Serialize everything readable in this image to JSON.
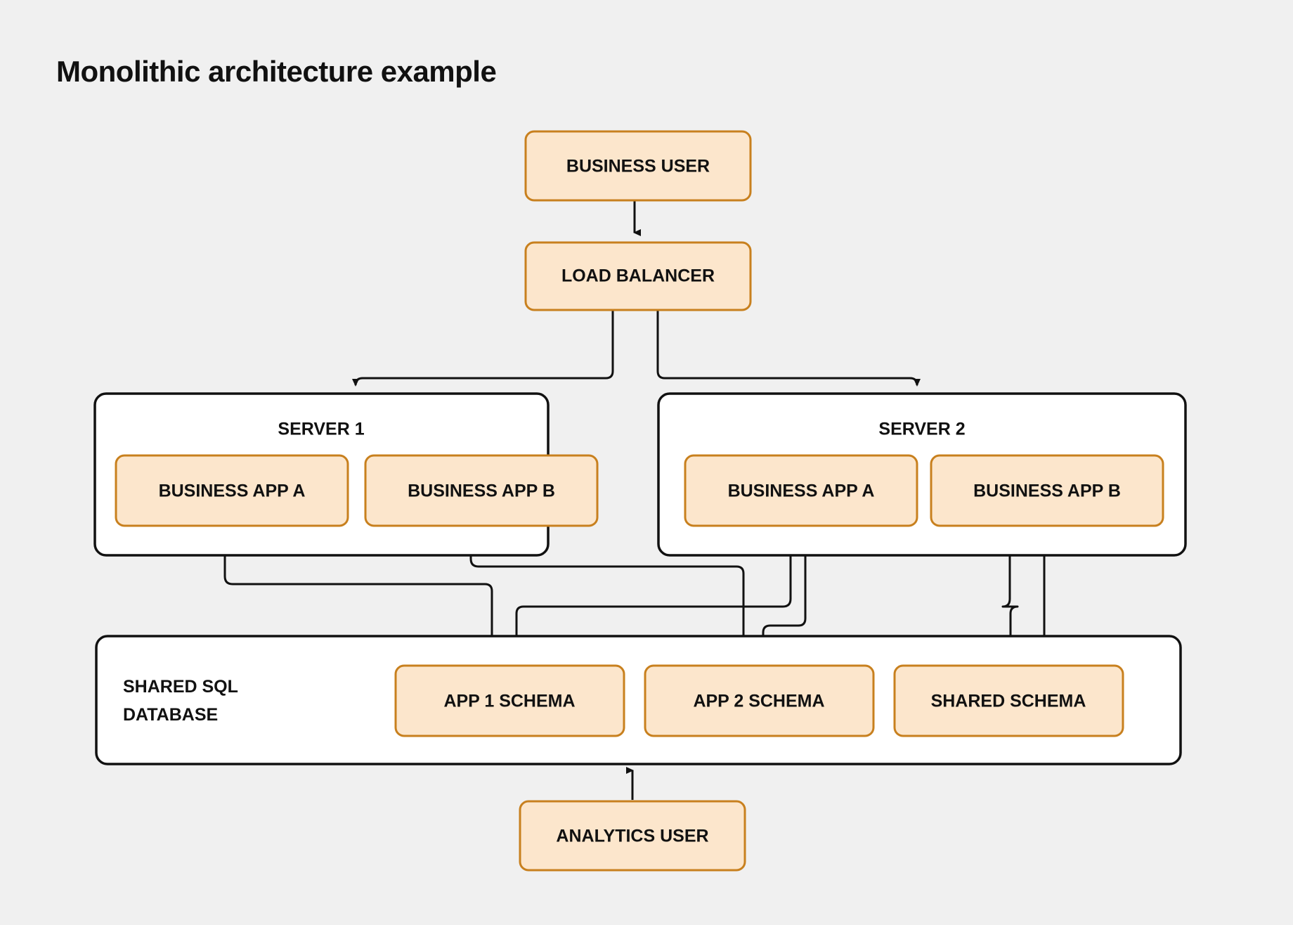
{
  "page": {
    "title": "Monolithic architecture example",
    "background_color": "#f0f0f0"
  },
  "theme": {
    "node_fill": "#fce6cc",
    "node_border": "#c8801e",
    "container_fill": "#ffffff",
    "container_border": "#111111",
    "edge_color": "#111111",
    "text_color": "#111111"
  },
  "diagram": {
    "type": "architecture-flow",
    "nodes": {
      "business_user": {
        "label": "BUSINESS USER",
        "kind": "actor"
      },
      "load_balancer": {
        "label": "LOAD BALANCER",
        "kind": "component"
      },
      "server_1": {
        "label": "SERVER 1",
        "kind": "container"
      },
      "server_2": {
        "label": "SERVER 2",
        "kind": "container"
      },
      "s1_app_a": {
        "label": "BUSINESS APP A",
        "kind": "component"
      },
      "s1_app_b": {
        "label": "BUSINESS APP B",
        "kind": "component"
      },
      "s2_app_a": {
        "label": "BUSINESS APP A",
        "kind": "component"
      },
      "s2_app_b": {
        "label": "BUSINESS APP B",
        "kind": "component"
      },
      "shared_db": {
        "label_line_1": "SHARED SQL",
        "label_line_2": "DATABASE",
        "kind": "container"
      },
      "app1_schema": {
        "label": "APP 1 SCHEMA",
        "kind": "component"
      },
      "app2_schema": {
        "label": "APP 2 SCHEMA",
        "kind": "component"
      },
      "shared_schema": {
        "label": "SHARED SCHEMA",
        "kind": "component"
      },
      "analytics_user": {
        "label": "ANALYTICS USER",
        "kind": "actor"
      }
    },
    "edges": [
      {
        "from": "business_user",
        "to": "load_balancer",
        "arrow": "down"
      },
      {
        "from": "load_balancer",
        "to": "server_1",
        "arrow": "down"
      },
      {
        "from": "load_balancer",
        "to": "server_2",
        "arrow": "down"
      },
      {
        "from": "s1_app_a",
        "to": "app1_schema",
        "arrow": "down"
      },
      {
        "from": "s1_app_b",
        "to": "app2_schema",
        "arrow": "down"
      },
      {
        "from": "s2_app_a",
        "to": "app1_schema",
        "arrow": "down"
      },
      {
        "from": "s2_app_a",
        "to": "app2_schema",
        "arrow": "down"
      },
      {
        "from": "s2_app_b",
        "to": "shared_schema",
        "arrow": "down"
      },
      {
        "from": "s2_app_b",
        "to": "shared_schema",
        "arrow": "down"
      },
      {
        "from": "analytics_user",
        "to": "shared_db",
        "arrow": "up"
      }
    ]
  }
}
